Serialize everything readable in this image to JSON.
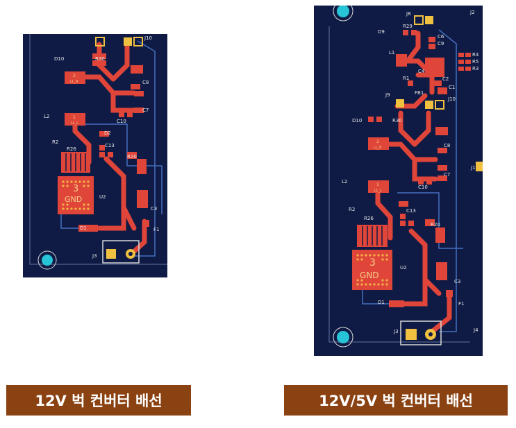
{
  "left_board": {
    "caption": "12V 벅 컨버터 배선",
    "refs": {
      "j10": "J10",
      "d10": "D10",
      "r30": "R30",
      "c8": "C8",
      "c7": "C7",
      "c10": "C10",
      "l2": "L2",
      "d2": "D2",
      "r2": "R2",
      "r26": "R26",
      "c13": "C13",
      "r20": "R20",
      "u2": "U2",
      "c3": "C3",
      "d1": "D1",
      "f1": "F1",
      "j3": "J3"
    },
    "pads": {
      "ll_r_num": "2",
      "ll_r": "LL_R",
      "ll_l_num": "1",
      "ll_l": "LL_L",
      "gnd_num": "3",
      "gnd": "GND"
    }
  },
  "right_board": {
    "caption": "12V/5V 벅 컨버터 배선",
    "refs": {
      "j8": "J8",
      "j2": "J2",
      "d9": "D9",
      "r29": "R29",
      "c6": "C6",
      "c9": "C9",
      "l1": "L1",
      "r4": "R4",
      "r5": "R5",
      "r3": "R3",
      "r1": "R1",
      "c4": "C4",
      "c2": "C2",
      "fb1": "FB1",
      "c1": "C1",
      "j9": "J9",
      "j10": "J10",
      "d10": "D10",
      "r30": "R30",
      "c8": "C8",
      "c7": "C7",
      "c10": "C10",
      "l2": "L2",
      "r2": "R2",
      "c13": "C13",
      "r26": "R26",
      "r20": "R20",
      "u2": "U2",
      "c3": "C3",
      "d1": "D1",
      "f1": "F1",
      "j3": "J3",
      "j4": "J4",
      "j1": "J1"
    },
    "pads": {
      "ll_r_num": "2",
      "ll_r": "LL_R",
      "ll_l_num": "1",
      "ll_l": "LL_L",
      "gnd_num": "3",
      "gnd": "GND"
    }
  },
  "colors": {
    "board": "#0f1b45",
    "copper": "#e0453a",
    "caption_bg": "#8a4212",
    "mount_hole": "#27c3d6"
  }
}
